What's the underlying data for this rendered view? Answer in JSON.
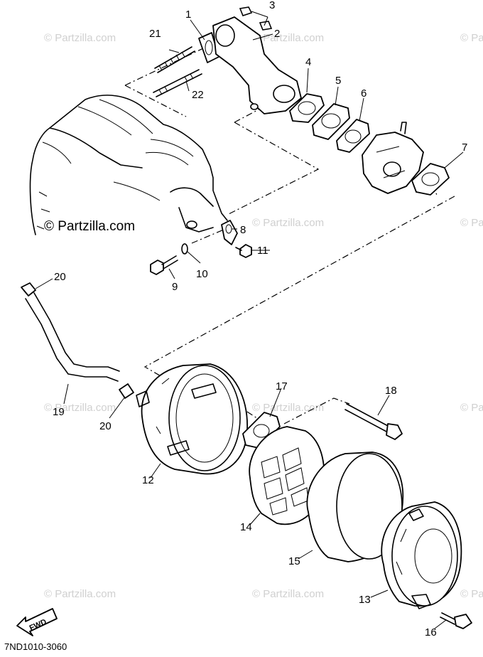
{
  "watermark": {
    "text": "© Partzilla.com"
  },
  "diagram_code": "7ND1010-3060",
  "fwd_label": "FWD",
  "parts": [
    {
      "id": "p1",
      "label": "1"
    },
    {
      "id": "p2",
      "label": "2"
    },
    {
      "id": "p3",
      "label": "3"
    },
    {
      "id": "p4",
      "label": "4"
    },
    {
      "id": "p5",
      "label": "5"
    },
    {
      "id": "p6",
      "label": "6"
    },
    {
      "id": "p7",
      "label": "7"
    },
    {
      "id": "p8",
      "label": "8"
    },
    {
      "id": "p9",
      "label": "9"
    },
    {
      "id": "p10",
      "label": "10"
    },
    {
      "id": "p11",
      "label": "11"
    },
    {
      "id": "p12",
      "label": "12"
    },
    {
      "id": "p13",
      "label": "13"
    },
    {
      "id": "p14",
      "label": "14"
    },
    {
      "id": "p15",
      "label": "15"
    },
    {
      "id": "p16",
      "label": "16"
    },
    {
      "id": "p17",
      "label": "17"
    },
    {
      "id": "p18",
      "label": "18"
    },
    {
      "id": "p19",
      "label": "19"
    },
    {
      "id": "p20a",
      "label": "20"
    },
    {
      "id": "p20b",
      "label": "20"
    },
    {
      "id": "p21",
      "label": "21"
    },
    {
      "id": "p22",
      "label": "22"
    }
  ]
}
